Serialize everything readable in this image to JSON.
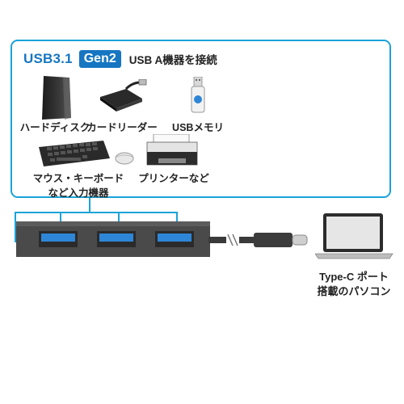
{
  "header": {
    "usb_version": "USB3.1",
    "gen_badge": "Gen2",
    "connect_text": "USB A機器を接続"
  },
  "devices": [
    {
      "label": "ハードディスク",
      "icon": "hard-disk-icon"
    },
    {
      "label": "カードリーダー",
      "icon": "card-reader-icon"
    },
    {
      "label": "USBメモリ",
      "icon": "usb-memory-icon"
    },
    {
      "label_line1": "マウス・キーボード",
      "label_line2": "など入力機器",
      "icon": "keyboard-mouse-icon"
    },
    {
      "label": "プリンターなど",
      "icon": "printer-icon"
    }
  ],
  "pc": {
    "label_line1": "Type-C ポート",
    "label_line2": "搭載のパソコン",
    "icon": "laptop-icon"
  },
  "hub": {
    "ports": 3,
    "icon": "usb-hub-icon"
  },
  "colors": {
    "accent": "#1aa3d9",
    "brand_blue": "#1676c2",
    "port_blue": "#2e86d6"
  }
}
